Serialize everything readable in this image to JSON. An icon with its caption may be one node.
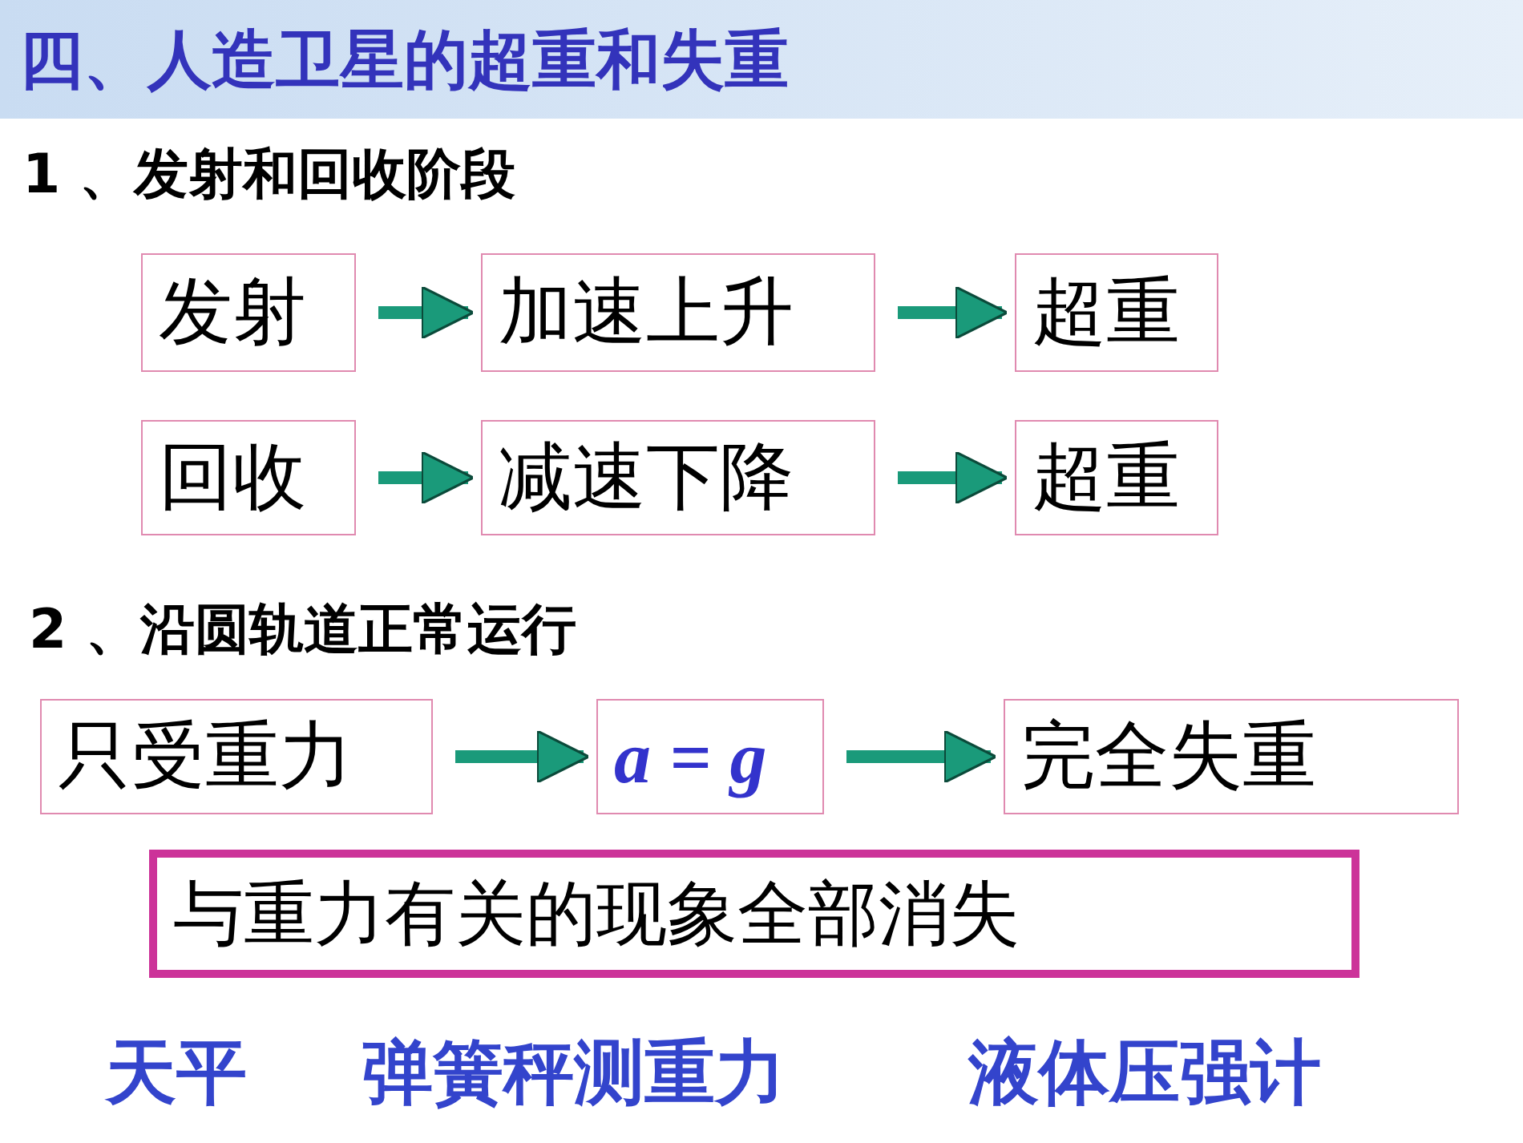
{
  "diagram": {
    "title": "四、人造卫星的超重和失重",
    "nodes": [
      {
        "text": [
          "发射"
        ]
      },
      {
        "text": [
          "加速上升"
        ]
      },
      {
        "text": [
          "超重"
        ]
      },
      {
        "text": [
          "回收"
        ]
      },
      {
        "text": [
          "减速下降"
        ]
      },
      {
        "text": [
          "超重"
        ]
      },
      {
        "text": [
          "只受重力"
        ]
      },
      {
        "text": [
          "a = g"
        ]
      },
      {
        "text": [
          "完全失重"
        ]
      },
      {
        "text": [
          "与重力有关的现象全部消失"
        ]
      }
    ],
    "edges": [
      {
        "from": 0,
        "to": 1,
        "arrow": "to"
      },
      {
        "from": 1,
        "to": 2,
        "arrow": "to"
      },
      {
        "from": 3,
        "to": 4,
        "arrow": "to"
      },
      {
        "from": 4,
        "to": 5,
        "arrow": "to"
      },
      {
        "from": 6,
        "to": 7,
        "arrow": "to"
      },
      {
        "from": 7,
        "to": 8,
        "arrow": "to"
      }
    ],
    "labels": [
      "1 、发射和回收阶段",
      "2 、沿圆轨道正常运行",
      "天平",
      "弹簧秤测重力",
      "液体压强计"
    ]
  }
}
